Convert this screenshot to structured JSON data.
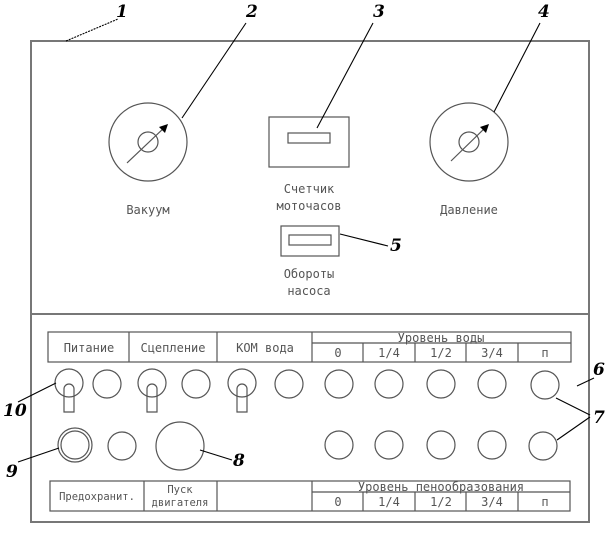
{
  "callouts": {
    "c1": "1",
    "c2": "2",
    "c3": "3",
    "c4": "4",
    "c5": "5",
    "c6": "6",
    "c7": "7",
    "c8": "8",
    "c9": "9",
    "c10": "10"
  },
  "gauges": {
    "vacuum_label": "Вакуум",
    "pressure_label": "Давление"
  },
  "counters": {
    "hour_meter_line1": "Счетчик",
    "hour_meter_line2": "моточасов",
    "pump_rpm_line1": "Обороты",
    "pump_rpm_line2": "насоса"
  },
  "top_table": {
    "power": "Питание",
    "clutch": "Сцепление",
    "pto_water": "КОМ вода",
    "water_level_title": "Уровень воды",
    "levels": [
      "0",
      "1/4",
      "1/2",
      "3/4",
      "п"
    ]
  },
  "bottom_table": {
    "fuse": "Предохранит.",
    "engine_start_line1": "Пуск",
    "engine_start_line2": "двигателя",
    "blank": "",
    "foam_level_title": "Уровень пенообразования",
    "levels": [
      "0",
      "1/4",
      "1/2",
      "3/4",
      "п"
    ]
  }
}
